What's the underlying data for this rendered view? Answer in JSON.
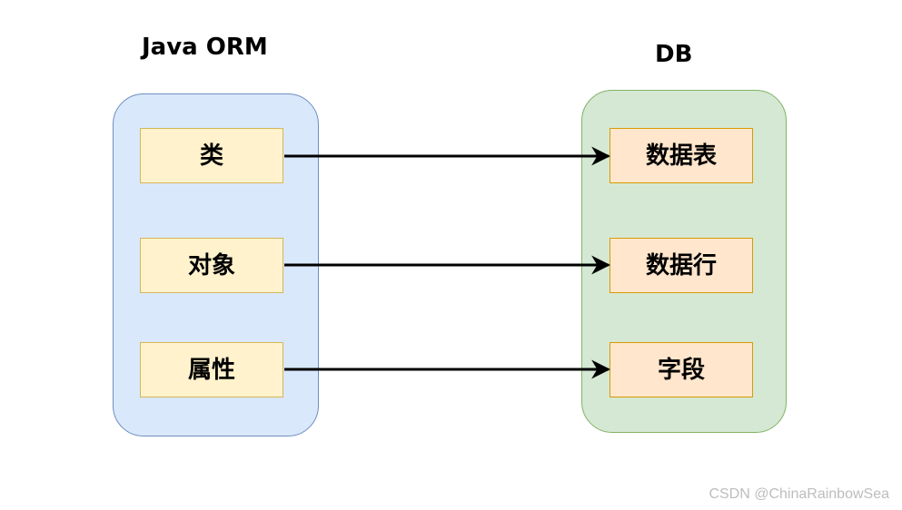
{
  "left_group": {
    "title": "Java ORM",
    "fill": "#dae8fc",
    "stroke": "#6c8ebf",
    "items": [
      {
        "label": "类"
      },
      {
        "label": "对象"
      },
      {
        "label": "属性"
      }
    ]
  },
  "right_group": {
    "title": "DB",
    "fill": "#d5e8d4",
    "stroke": "#82b366",
    "items": [
      {
        "label": "数据表"
      },
      {
        "label": "数据行"
      },
      {
        "label": "字段"
      }
    ]
  },
  "left_item_style": {
    "fill": "#fff2cc",
    "stroke": "#d6b656"
  },
  "right_item_style": {
    "fill": "#ffe6cc",
    "stroke": "#d79b00"
  },
  "connectors": [
    {
      "from": "类",
      "to": "数据表"
    },
    {
      "from": "对象",
      "to": "数据行"
    },
    {
      "from": "属性",
      "to": "字段"
    }
  ],
  "watermark": "CSDN @ChinaRainbowSea"
}
